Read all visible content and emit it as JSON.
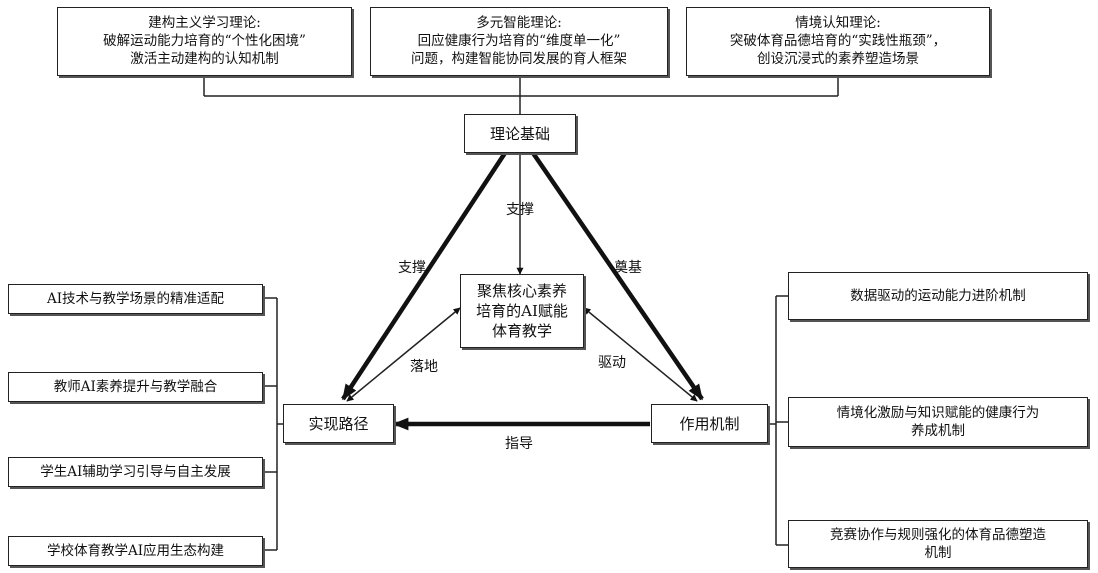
{
  "theories": [
    {
      "title": "建构主义学习理论:",
      "line1": "破解运动能力培育的“个性化困境”",
      "line2": "激活主动建构的认知机制"
    },
    {
      "title": "多元智能理论:",
      "line1": "回应健康行为培育的“维度单一化”",
      "line2": "问题，构建智能协同发展的育人框架"
    },
    {
      "title": "情境认知理论:",
      "line1": "突破体育品德培育的“实践性瓶颈”，",
      "line2": "创设沉浸式的素养塑造场景"
    }
  ],
  "foundation": "理论基础",
  "center": {
    "line1": "聚焦核心素养",
    "line2": "培育的AI赋能",
    "line3": "体育教学"
  },
  "path_node": "实现路径",
  "mechanism_node": "作用机制",
  "edge_labels": {
    "support_center": "支撑",
    "support_left": "支撑",
    "foundation_right": "奠基",
    "land": "落地",
    "drive": "驱动",
    "guide": "指导"
  },
  "paths": [
    "AI技术与教学场景的精准适配",
    "教师AI素养提升与教学融合",
    "学生AI辅助学习引导与自主发展",
    "学校体育教学AI应用生态构建"
  ],
  "mechanisms": [
    {
      "line1": "数据驱动的运动能力进阶机制",
      "line2": ""
    },
    {
      "line1": "情境化激励与知识赋能的健康行为",
      "line2": "养成机制"
    },
    {
      "line1": "竞赛协作与规则强化的体育品德塑造",
      "line2": "机制"
    }
  ]
}
